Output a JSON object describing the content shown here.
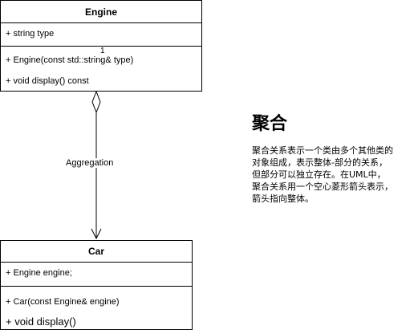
{
  "engine": {
    "title": "Engine",
    "attributes": [
      "+ string type"
    ],
    "operations": [
      "+ Engine(const std::string& type)",
      " + void display() const"
    ]
  },
  "car": {
    "title": "Car",
    "attributes": [
      "+ Engine engine;"
    ],
    "operations": [
      "+ Car(const Engine& engine)",
      "+  void display()"
    ]
  },
  "relation": {
    "label": "Aggregation",
    "multiplicity": "1"
  },
  "note": {
    "title": "聚合",
    "lines": [
      "聚合关系表示一个类由多个其他类的",
      "对象组成，表示整体-部分的关系，",
      "但部分可以独立存在。在UML中，",
      "聚合关系用一个空心菱形箭头表示，",
      "箭头指向整体。"
    ]
  }
}
